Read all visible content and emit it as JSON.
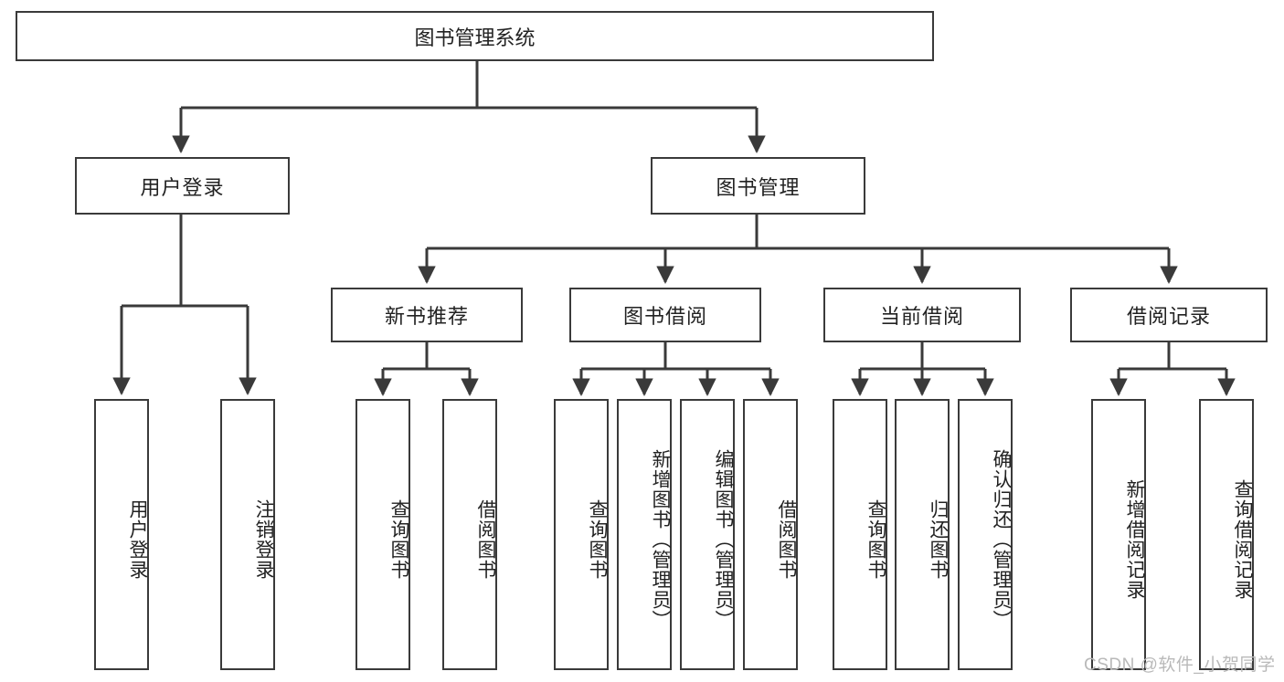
{
  "diagram": {
    "type": "tree",
    "title": "图书管理系统",
    "root": {
      "label": "图书管理系统"
    },
    "level2": [
      {
        "label": "用户登录"
      },
      {
        "label": "图书管理"
      }
    ],
    "level3": [
      {
        "label": "新书推荐"
      },
      {
        "label": "图书借阅"
      },
      {
        "label": "当前借阅"
      },
      {
        "label": "借阅记录"
      }
    ],
    "leaves": {
      "user_login": [
        {
          "label": "用户登录"
        },
        {
          "label": "注销登录"
        }
      ],
      "new_book_recommend": [
        {
          "label": "查询图书"
        },
        {
          "label": "借阅图书"
        }
      ],
      "book_borrow": [
        {
          "label": "查询图书"
        },
        {
          "label": "新增图书（管理员）"
        },
        {
          "label": "编辑图书（管理员）"
        },
        {
          "label": "借阅图书"
        }
      ],
      "current_borrow": [
        {
          "label": "查询图书"
        },
        {
          "label": "归还图书"
        },
        {
          "label": "确认归还（管理员）"
        }
      ],
      "borrow_record": [
        {
          "label": "新增借阅记录"
        },
        {
          "label": "查询借阅记录"
        }
      ]
    }
  },
  "watermark": {
    "text": "CSDN @软件_小贺同学"
  },
  "colors": {
    "border": "#3a3a3a",
    "text": "#222222",
    "background": "#ffffff",
    "watermark": "#b9b9b9"
  }
}
